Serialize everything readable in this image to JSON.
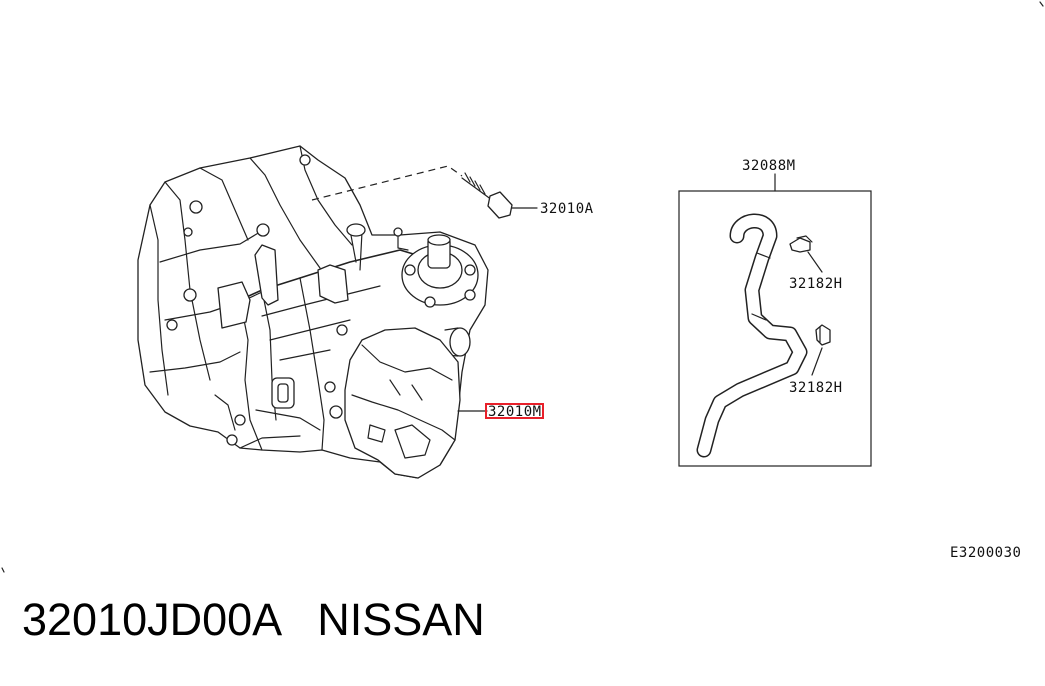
{
  "labels": {
    "bolt": "32010A",
    "transmission": "32010M",
    "hose_kit": "32088M",
    "clip_upper": "32182H",
    "clip_lower": "32182H",
    "figure_code": "E3200030"
  },
  "caption": {
    "part_number": "32010JD00A",
    "brand": "NISSAN"
  },
  "colors": {
    "highlight": "#e8202a",
    "line": "#222222"
  }
}
